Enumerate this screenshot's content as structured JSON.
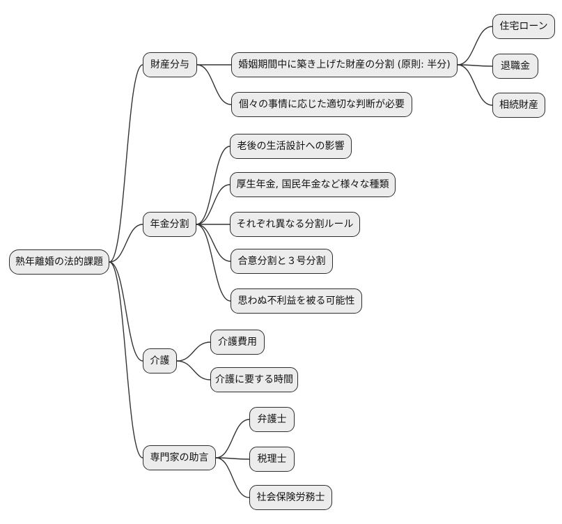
{
  "diagram": {
    "type": "mindmap",
    "colors": {
      "background": "#ffffff",
      "node_fill": "#ececec",
      "node_border": "#2b2b2b",
      "line": "#333333",
      "text": "#111111"
    },
    "root": {
      "label": "熟年離婚の法的課題",
      "children": [
        {
          "label": "財産分与",
          "children": [
            {
              "label": "婚姻期間中に築き上げた財産の分割 (原則: 半分)",
              "children": [
                {
                  "label": "住宅ローン"
                },
                {
                  "label": "退職金"
                },
                {
                  "label": "相続財産"
                }
              ]
            },
            {
              "label": "個々の事情に応じた適切な判断が必要"
            }
          ]
        },
        {
          "label": "年金分割",
          "children": [
            {
              "label": "老後の生活設計への影響"
            },
            {
              "label": "厚生年金, 国民年金など様々な種類"
            },
            {
              "label": "それぞれ異なる分割ルール"
            },
            {
              "label": "合意分割と３号分割"
            },
            {
              "label": "思わぬ不利益を被る可能性"
            }
          ]
        },
        {
          "label": "介護",
          "children": [
            {
              "label": "介護費用"
            },
            {
              "label": "介護に要する時間"
            }
          ]
        },
        {
          "label": "専門家の助言",
          "children": [
            {
              "label": "弁護士"
            },
            {
              "label": "税理士"
            },
            {
              "label": "社会保険労務士"
            }
          ]
        }
      ]
    }
  }
}
